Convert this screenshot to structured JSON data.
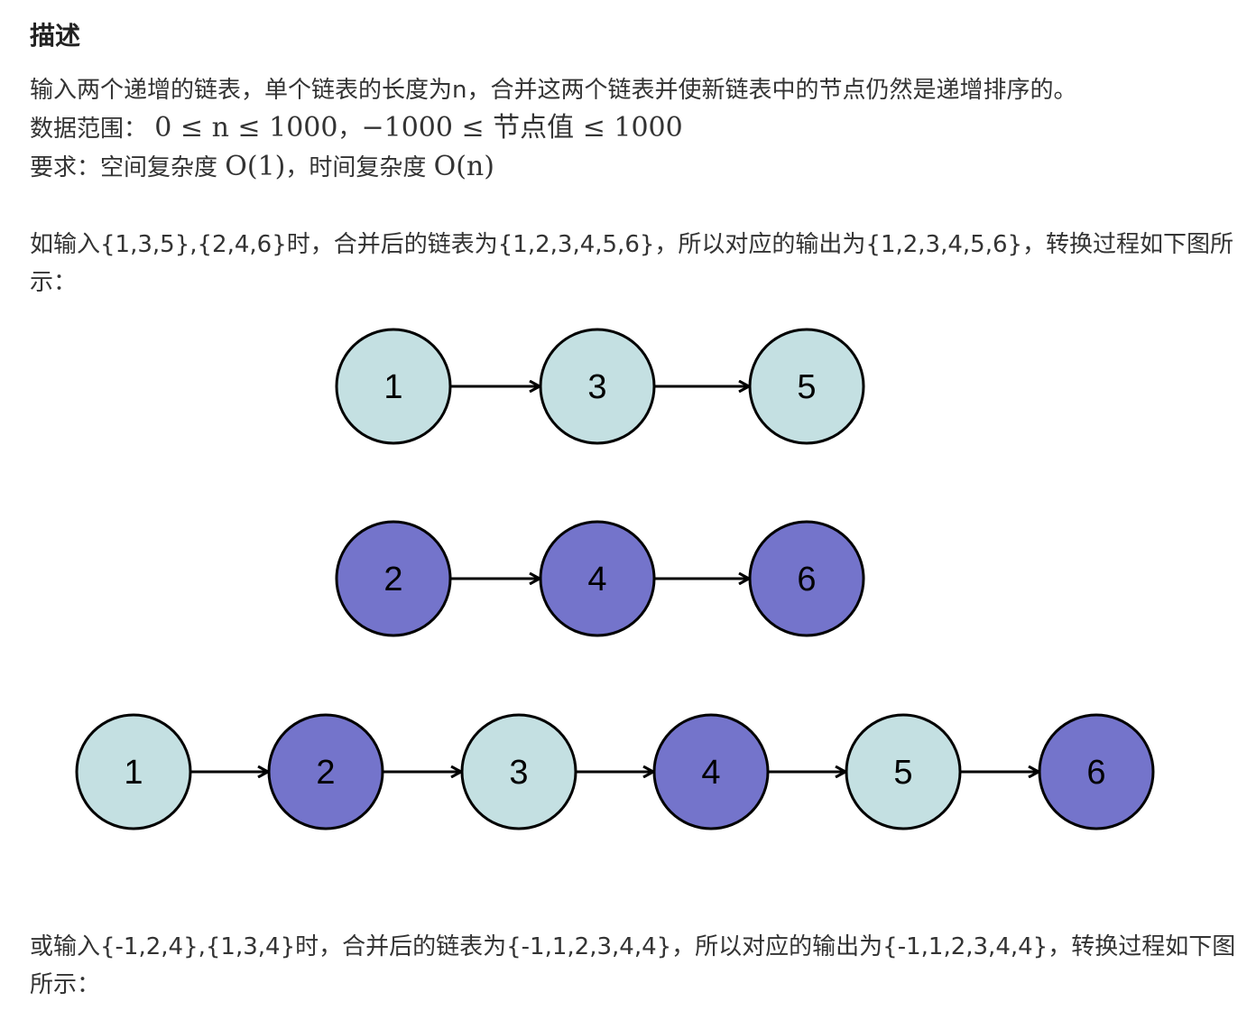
{
  "heading": "描述",
  "desc": {
    "line1": "输入两个递增的链表，单个链表的长度为n，合并这两个链表并使新链表中的节点仍然是递增排序的。",
    "range_label": "数据范围：",
    "range_math": "0 ≤ n ≤ 1000",
    "range_sep": "，",
    "range_math2": "−1000 ≤ 节点值 ≤ 1000",
    "req_label": "要求：空间复杂度 ",
    "req_space": "O(1)",
    "req_mid": "，时间复杂度 ",
    "req_time": "O(n)"
  },
  "example1": {
    "line1": "如输入{1,3,5},{2,4,6}时，合并后的链表为{1,2,3,4,5,6}，所以对应的输出为{1,2,3,4,5,6}，转换过程如下图所",
    "line2": "示："
  },
  "example2": {
    "line1": "或输入{-1,2,4},{1,3,4}时，合并后的链表为{-1,1,2,3,4,4}，所以对应的输出为{-1,1,2,3,4,4}，转换过程如下图",
    "line2": "所示："
  },
  "colors": {
    "list_a_fill": "#c4e0e2",
    "list_b_fill": "#7474cb",
    "stroke": "#000000"
  },
  "lists": {
    "a": [
      "1",
      "3",
      "5"
    ],
    "b": [
      "2",
      "4",
      "6"
    ],
    "merged": [
      {
        "label": "1",
        "src": "a"
      },
      {
        "label": "2",
        "src": "b"
      },
      {
        "label": "3",
        "src": "a"
      },
      {
        "label": "4",
        "src": "b"
      },
      {
        "label": "5",
        "src": "a"
      },
      {
        "label": "6",
        "src": "b"
      }
    ]
  }
}
